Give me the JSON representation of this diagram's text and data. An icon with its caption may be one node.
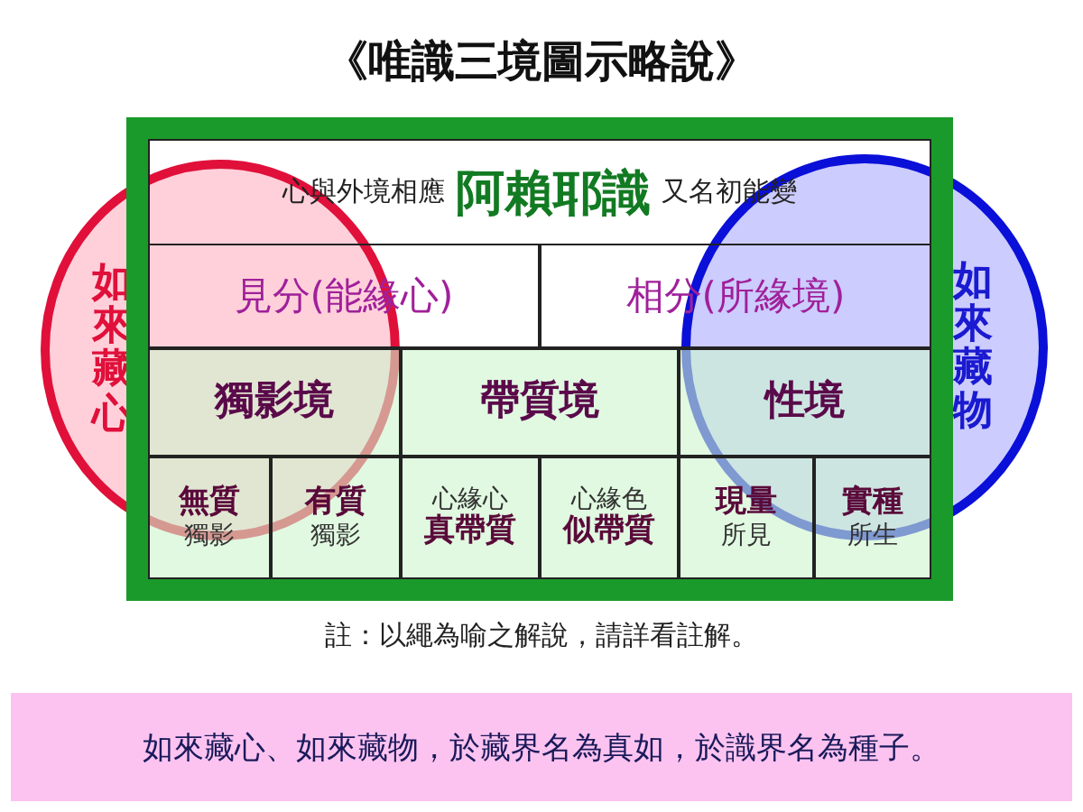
{
  "diagram": {
    "title": "《唯識三境圖示略說》",
    "nodes": [
      {
        "text": [
          "心與外境相應",
          "阿賴耶識",
          "又名初能變"
        ]
      },
      {
        "text": [
          "見分(能緣心)"
        ],
        "in": 0
      },
      {
        "text": [
          "相分(所緣境)"
        ],
        "in": 0
      },
      {
        "text": [
          "獨影境"
        ]
      },
      {
        "text": [
          "帶質境"
        ],
        "in": 0
      },
      {
        "text": [
          "性境"
        ]
      },
      {
        "text": [
          "無質",
          "獨影"
        ],
        "in": 0
      },
      {
        "text": [
          "有質",
          "獨影"
        ],
        "in": 0
      },
      {
        "text": [
          "心緣心",
          "真帶質"
        ],
        "in": 0
      },
      {
        "text": [
          "心緣色",
          "似帶質"
        ],
        "in": 0
      },
      {
        "text": [
          "現量",
          "所見"
        ],
        "in": 0
      },
      {
        "text": [
          "實種",
          "所生"
        ],
        "in": 0
      },
      {
        "text": [
          "如來藏心"
        ]
      },
      {
        "text": [
          "如來藏物"
        ]
      },
      {
        "text": [
          "如來藏心、如來藏物，於藏界名為真如，於識界名為種子。"
        ]
      }
    ],
    "edges": [],
    "labels": [
      "註：以繩為喻之解說，請詳看註解。"
    ]
  }
}
